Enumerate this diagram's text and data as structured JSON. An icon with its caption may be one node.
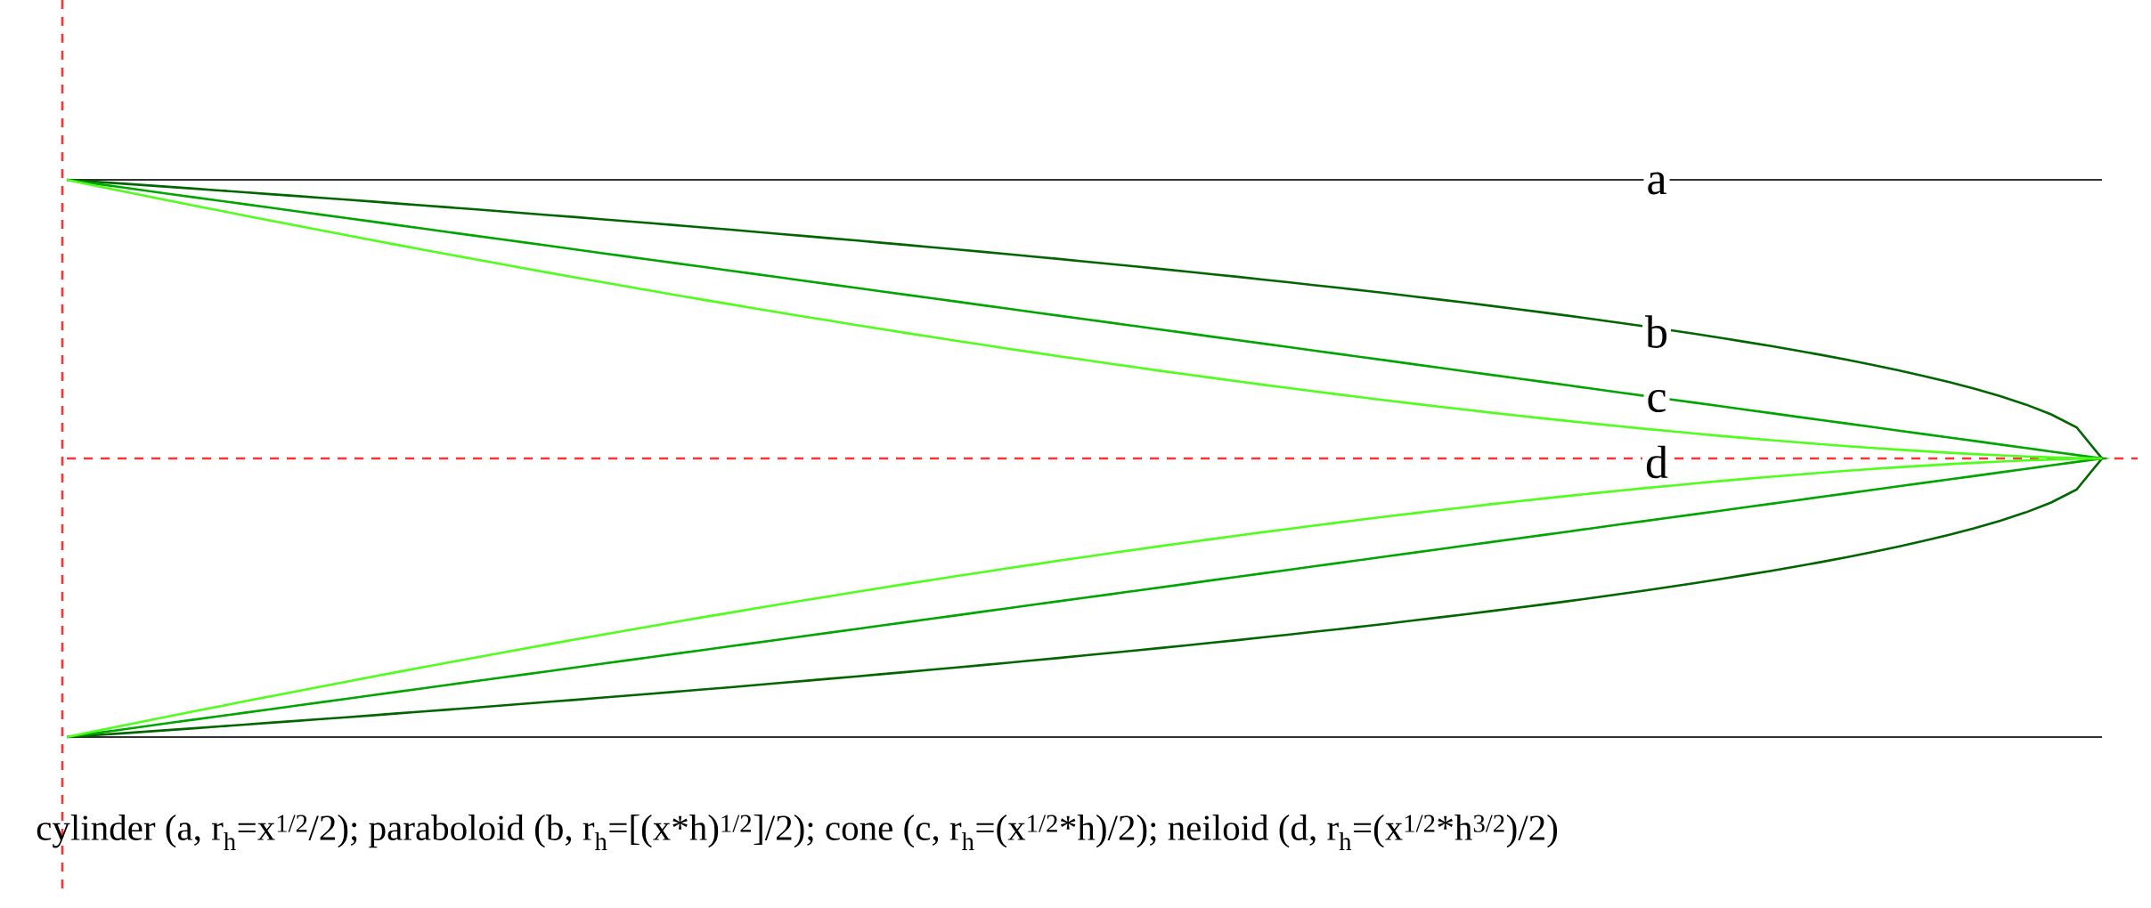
{
  "diagram": {
    "labels": [
      "a",
      "b",
      "c",
      "d"
    ],
    "caption": "cylinder (a, r$_{h}$=x$^{1/2}$/2); paraboloid (b, r$_{h}$=[(x*h)$^{1/2}$]/2); cone (c, r$_{h}$=(x$^{1/2}$*h)/2); neiloid (d, r$_{h}$=(x$^{1/2}$*h$^{3/2}$)/2)"
  }
}
